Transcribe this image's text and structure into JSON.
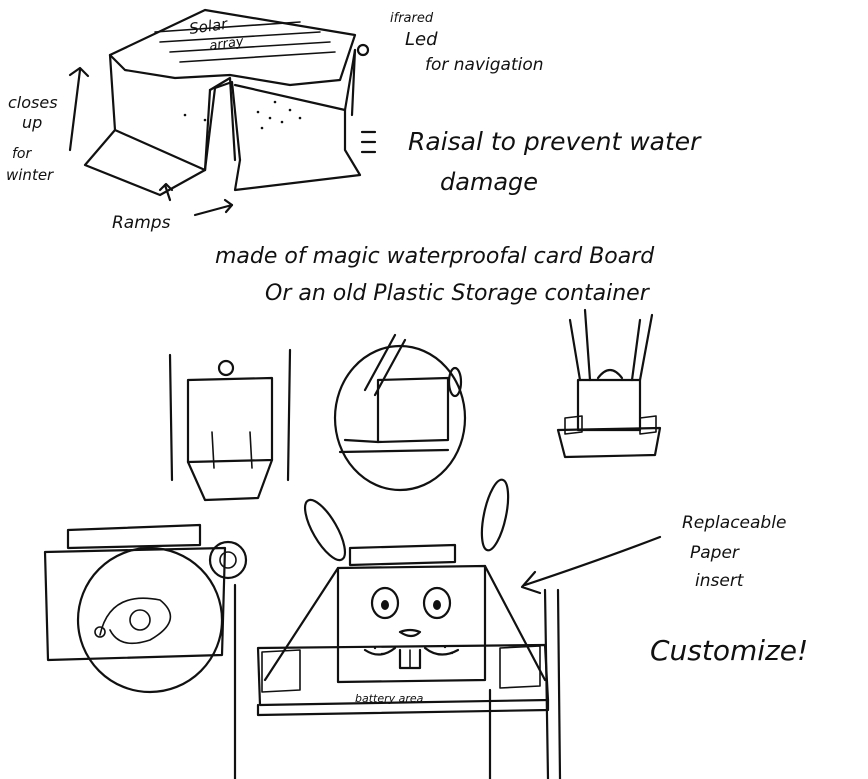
{
  "labels": {
    "solar_array_1": "Solar",
    "solar_array_2": "array",
    "infrared_1": "ifrared",
    "infrared_2": "Led",
    "infrared_3": "for navigation",
    "closes_1": "closes",
    "closes_2": "up",
    "closes_3": "for",
    "closes_4": "winter",
    "raisal_1": "Raisal to prevent water",
    "raisal_2": "damage",
    "ramps": "Ramps",
    "made_of_1": "made of magic waterproofal card Board",
    "made_of_2": "Or an old Plastic Storage container",
    "replaceable_1": "Replaceable",
    "replaceable_2": "Paper",
    "replaceable_3": "insert",
    "customize": "Customize!",
    "battery": "battery area"
  }
}
